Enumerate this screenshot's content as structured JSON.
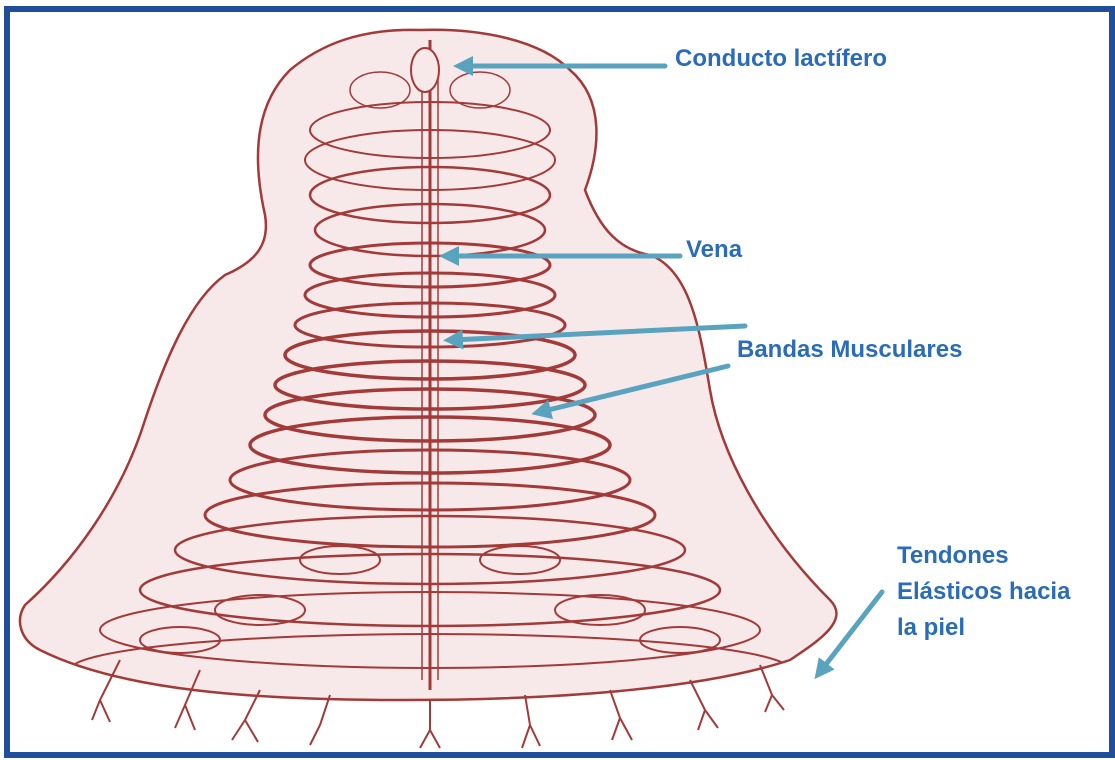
{
  "diagram": {
    "labels": {
      "conducto": "Conducto lactífero",
      "vena": "Vena",
      "bandas": "Bandas Musculares",
      "tendones": [
        "Tendones",
        "Elásticos hacia",
        "la piel"
      ]
    },
    "colors": {
      "frame": "#1f4e9a",
      "label_text": "#2b6cb8",
      "arrow": "#5aa3be",
      "tissue": "#a33a3a"
    }
  }
}
